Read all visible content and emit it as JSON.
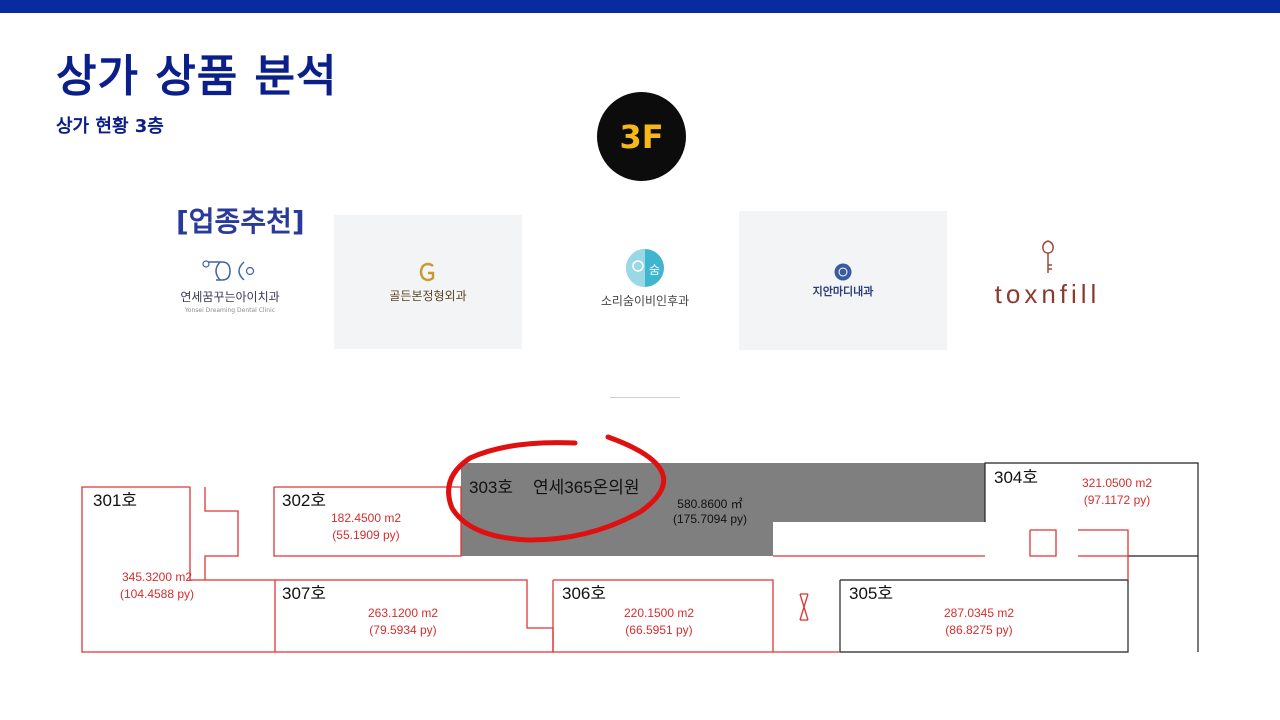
{
  "header": {
    "title": "상가 상품 분석",
    "subtitle": "상가 현황 3층",
    "floor_badge": "3F"
  },
  "recommendation": {
    "label": "[업종추천]",
    "logos": [
      {
        "name": "연세꿈꾸는아이치과",
        "sub": "Yonsei Dreaming Dental Clinic",
        "icon": "tooth-logo-icon"
      },
      {
        "name": "골든본정형외과",
        "icon": "golden-g-logo-icon"
      },
      {
        "name": "소리숨이비인후과",
        "icon": "face-profile-logo-icon"
      },
      {
        "name": "지안마디내과",
        "icon": "circle-emblem-logo-icon"
      },
      {
        "name": "toxnfill",
        "icon": "key-logo-icon"
      }
    ]
  },
  "floor_plan": {
    "rooms": [
      {
        "id": "301호",
        "area_m2": "345.3200 m2",
        "area_py": "(104.4588 py)"
      },
      {
        "id": "302호",
        "area_m2": "182.4500 m2",
        "area_py": "(55.1909 py)"
      },
      {
        "id": "303호",
        "tenant": "연세365온의원",
        "area_m2": "580.8600 ㎡",
        "area_py": "(175.7094 py)"
      },
      {
        "id": "304호",
        "area_m2": "321.0500 m2",
        "area_py": "(97.1172 py)"
      },
      {
        "id": "305호",
        "area_m2": "287.0345 m2",
        "area_py": "(86.8275 py)"
      },
      {
        "id": "306호",
        "area_m2": "220.1500 m2",
        "area_py": "(66.5951 py)"
      },
      {
        "id": "307호",
        "area_m2": "263.1200 m2",
        "area_py": "(79.5934 py)"
      }
    ],
    "colors": {
      "plan_line": "#e03535",
      "occupied_fill": "#7f7f7f",
      "highlight_ring": "#e01010"
    }
  }
}
